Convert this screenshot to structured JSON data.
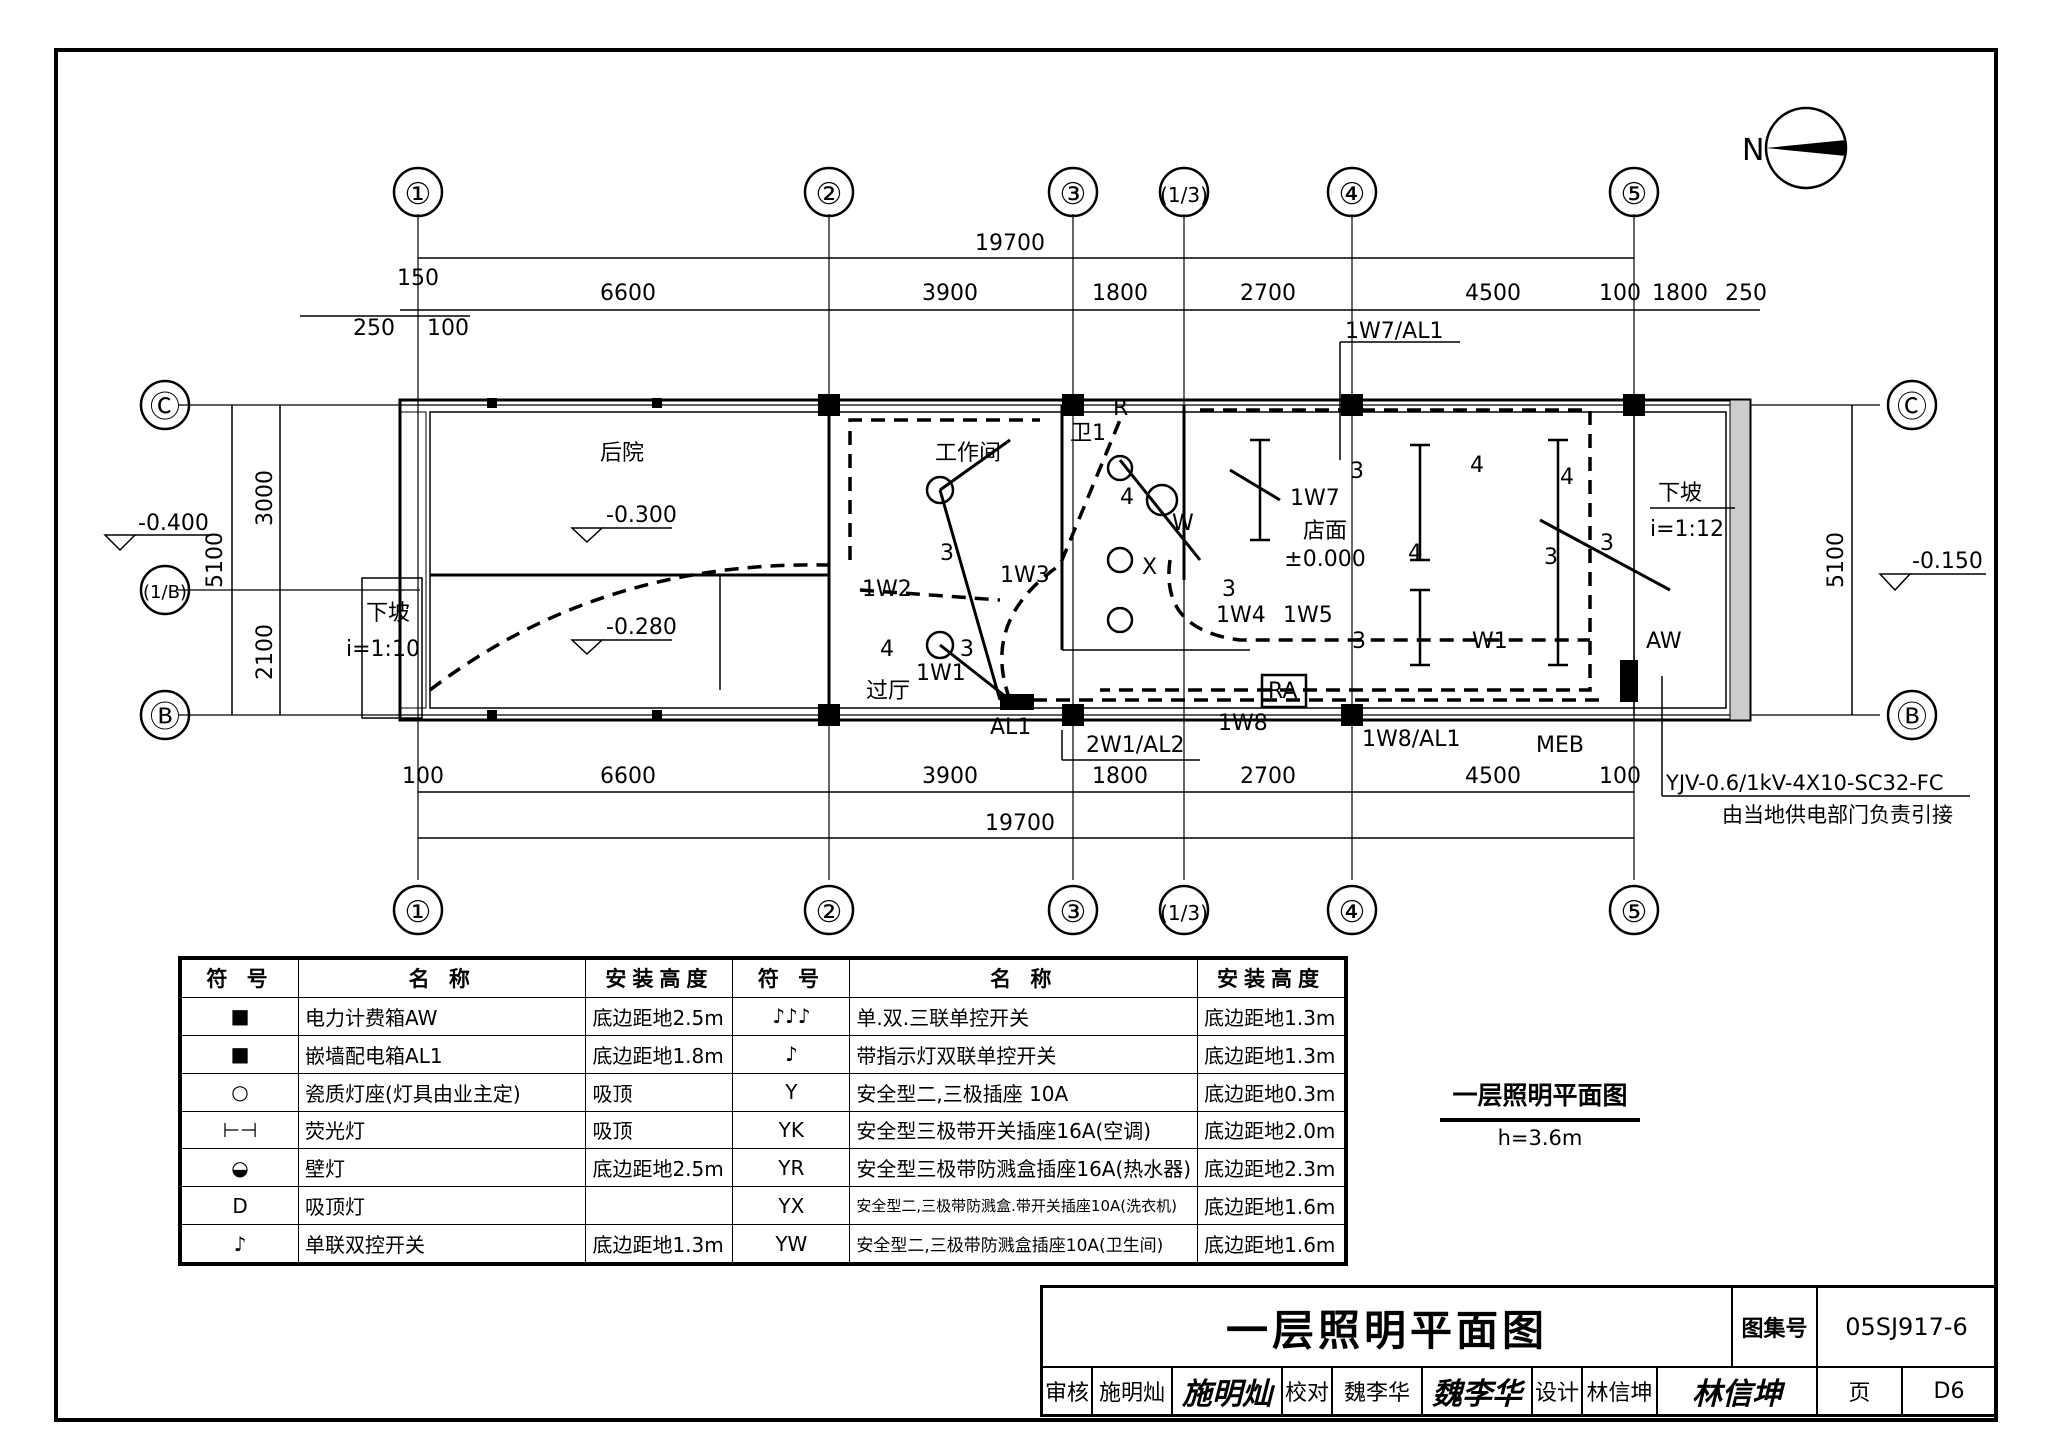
{
  "compass": {
    "north": "N"
  },
  "axes": {
    "top": [
      "①",
      "②",
      "③",
      "(1/3)",
      "④",
      "⑤"
    ],
    "bottom": [
      "①",
      "②",
      "③",
      "(1/3)",
      "④",
      "⑤"
    ],
    "left": [
      "Ⓒ",
      "(1/B)",
      "Ⓑ"
    ],
    "right": [
      "Ⓒ",
      "Ⓑ"
    ]
  },
  "dimensions": {
    "total_top": "19700",
    "top_spans": [
      "6600",
      "3900",
      "1800",
      "2700",
      "4500",
      "1800"
    ],
    "top_small": [
      "150",
      "250",
      "100",
      "100",
      "250"
    ],
    "total_bottom": "19700",
    "bottom_spans": [
      "6600",
      "3900",
      "1800",
      "2700",
      "4500"
    ],
    "bottom_small": [
      "100",
      "100"
    ],
    "left": [
      "3000",
      "2100",
      "5100"
    ],
    "right": [
      "5100"
    ]
  },
  "rooms": {
    "backyard": "后院",
    "workroom": "工作间",
    "toilet": "卫1",
    "shop": "店面",
    "shop_level": "±0.000",
    "hall": "过厅"
  },
  "levels": {
    "backyard": "-0.300",
    "lower": "-0.280",
    "left_out": "-0.400",
    "right_out": "-0.150"
  },
  "slopes": {
    "left_label": "下坡",
    "left_ratio": "i=1:10",
    "right_label": "下坡",
    "right_ratio": "i=1:12"
  },
  "circuits": {
    "w7_al1": "1W7/AL1",
    "w7": "1W7",
    "w2": "1W2",
    "w3": "1W3",
    "w1": "1W1",
    "w4": "1W4",
    "w5": "1W5",
    "w1b": "W1",
    "w8": "1W8",
    "w8_al1": "1W8/AL1",
    "w2_al2": "2W1/AL2",
    "al1": "AL1",
    "aw": "AW",
    "meb": "MEB",
    "ra": "RA",
    "r": "R",
    "x": "X",
    "w": "W"
  },
  "wire_counts": {
    "three": "3",
    "four": "4"
  },
  "incoming": {
    "cable": "YJV-0.6/1kV-4X10-SC32-FC",
    "note": "由当地供电部门负责引接"
  },
  "legend": {
    "headers": [
      "符 号",
      "名 称",
      "安装高度",
      "符 号",
      "名 称",
      "安装高度"
    ],
    "rows": [
      {
        "s1": "■",
        "n1": "电力计费箱AW",
        "h1": "底边距地2.5m",
        "s2": "♪♪♪",
        "n2": "单.双.三联单控开关",
        "h2": "底边距地1.3m"
      },
      {
        "s1": "■",
        "n1": "嵌墙配电箱AL1",
        "h1": "底边距地1.8m",
        "s2": "♪",
        "n2": "带指示灯双联单控开关",
        "h2": "底边距地1.3m"
      },
      {
        "s1": "○",
        "n1": "瓷质灯座(灯具由业主定)",
        "h1": "吸顶",
        "s2": "Y",
        "n2": "安全型二,三极插座    10A",
        "h2": "底边距地0.3m"
      },
      {
        "s1": "⊢⊣",
        "n1": "荧光灯",
        "h1": "吸顶",
        "s2": "YK",
        "n2": "安全型三极带开关插座16A(空调)",
        "h2": "底边距地2.0m"
      },
      {
        "s1": "◒",
        "n1": "壁灯",
        "h1": "底边距地2.5m",
        "s2": "YR",
        "n2": "安全型三极带防溅盒插座16A(热水器)",
        "h2": "底边距地2.3m"
      },
      {
        "s1": "D",
        "n1": "吸顶灯",
        "h1": "",
        "s2": "YX",
        "n2": "安全型二,三极带防溅盒.带开关插座10A(洗衣机)",
        "h2": "底边距地1.6m"
      },
      {
        "s1": "♪",
        "n1": "单联双控开关",
        "h1": "底边距地1.3m",
        "s2": "YW",
        "n2": "安全型二,三极带防溅盒插座10A(卫生间)",
        "h2": "底边距地1.6m"
      }
    ]
  },
  "caption": {
    "title": "一层照明平面图",
    "height": "h=3.6m"
  },
  "titleblock": {
    "title": "一层照明平面图",
    "atlas_label": "图集号",
    "atlas_no": "05SJ917-6",
    "review_label": "审核",
    "reviewer": "施明灿",
    "reviewer_sig": "施明灿",
    "check_label": "校对",
    "checker": "魏李华",
    "checker_sig": "魏李华",
    "design_label": "设计",
    "designer": "林信坤",
    "designer_sig": "林信坤",
    "page_label": "页",
    "page_no": "D6"
  }
}
